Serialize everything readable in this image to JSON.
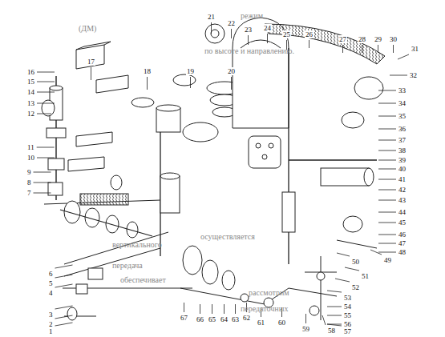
{
  "diagram": {
    "labels": [
      "1",
      "2",
      "3",
      "4",
      "5",
      "6",
      "7",
      "8",
      "9",
      "10",
      "11",
      "12",
      "13",
      "14",
      "15",
      "16",
      "17",
      "18",
      "19",
      "20",
      "21",
      "22",
      "23",
      "24",
      "25",
      "26",
      "27",
      "28",
      "29",
      "30",
      "31",
      "32",
      "33",
      "34",
      "35",
      "36",
      "37",
      "38",
      "39",
      "40",
      "41",
      "42",
      "43",
      "44",
      "45",
      "46",
      "47",
      "48",
      "49",
      "50",
      "51",
      "52",
      "53",
      "54",
      "55",
      "56",
      "57",
      "58",
      "59",
      "60",
      "61",
      "62",
      "63",
      "64",
      "65",
      "66",
      "67",
      "(ДМ)",
      "режим",
      "по высоте и направлению.",
      "вертикального",
      "осуществляется",
      "передача",
      "обеспечивает",
      "рассмотрим",
      "передаточных"
    ]
  }
}
